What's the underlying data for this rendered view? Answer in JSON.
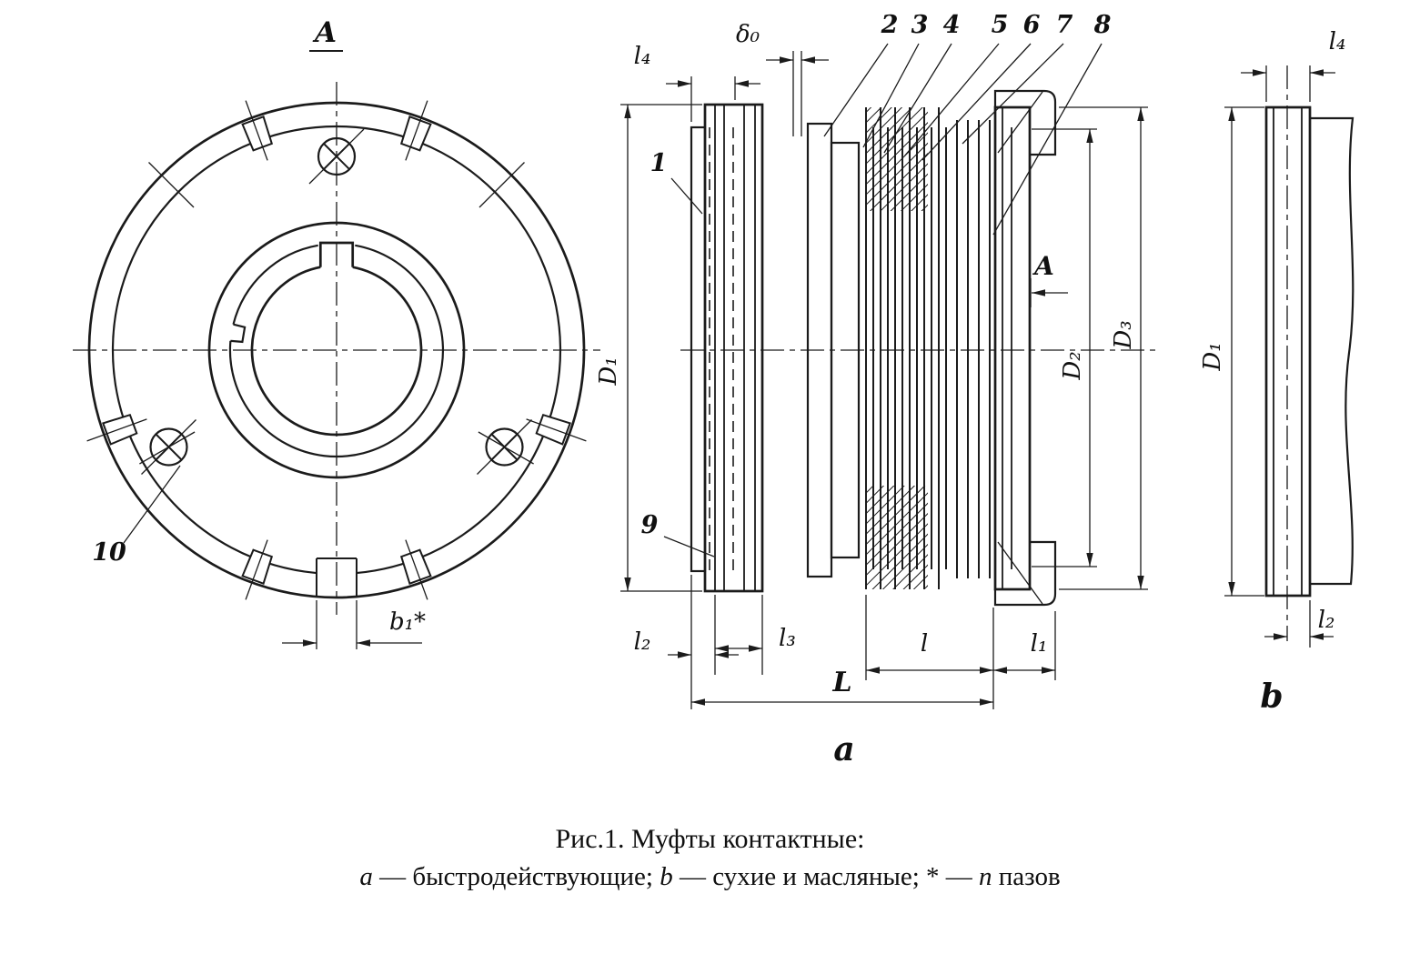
{
  "figure": {
    "caption_title": "Рис.1. Муфты контактные:",
    "caption_a_key": "а",
    "caption_a_val": " — быстродействующие; ",
    "caption_b_key": "b",
    "caption_b_val": " — сухие и масляные;  ",
    "caption_star_key": "*",
    "caption_star_dash": " — ",
    "caption_n_key": "n",
    "caption_n_val": " пазов"
  },
  "labels": {
    "view_marker": "A",
    "section_arrow": "A",
    "sub_view_a": "a",
    "sub_view_b": "b",
    "part_1": "1",
    "part_2": "2",
    "part_3": "3",
    "part_4": "4",
    "part_5": "5",
    "part_6": "6",
    "part_7": "7",
    "part_8": "8",
    "part_9": "9",
    "part_10": "10",
    "dim_l4": "l₄",
    "dim_delta0": "δ₀",
    "dim_D1": "D₁",
    "dim_D2": "D₂",
    "dim_D3": "D₃",
    "dim_l2": "l₂",
    "dim_l3": "l₃",
    "dim_l": "l",
    "dim_l1": "l₁",
    "dim_L": "L",
    "dim_b1": "b₁*"
  }
}
